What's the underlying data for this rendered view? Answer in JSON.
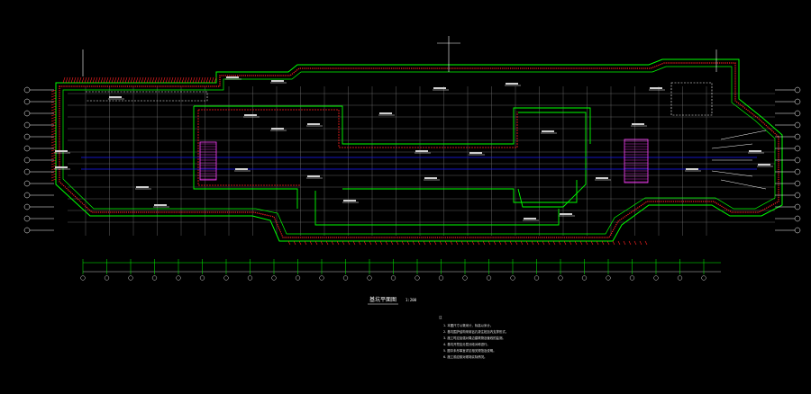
{
  "drawing": {
    "title": "基坑平面图",
    "scale": "1:200",
    "notes_heading": "注",
    "notes": [
      "1. 本图尺寸以毫米计，标高以米计。",
      "2. 基坑围护结构采用钻孔灌注桩加内支撑形式。",
      "3. 施工时应加强对周边建筑物及管线的监测。",
      "4. 基坑开挖应分层分段对称进行。",
      "5. 图中未尽事宜详见相关规范及说明。",
      "6. 施工前应核对现场实际情况。"
    ]
  },
  "colors": {
    "background": "#000000",
    "grid": "#8a8a8a",
    "support": "#00ff00",
    "pile_red": "#ff2020",
    "axis_blue": "#1a1aff",
    "magenta": "#ff40ff",
    "white": "#ffffff"
  }
}
